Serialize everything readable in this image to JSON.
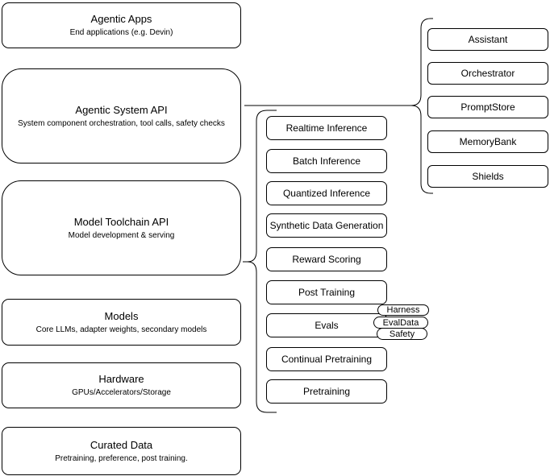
{
  "diagram": {
    "left_stack": [
      {
        "title": "Agentic Apps",
        "subtitle": "End applications (e.g. Devin)"
      },
      {
        "title": "Agentic System API",
        "subtitle": "System component orchestration, tool calls, safety checks"
      },
      {
        "title": "Model Toolchain API",
        "subtitle": "Model development & serving"
      },
      {
        "title": "Models",
        "subtitle": "Core LLMs, adapter weights, secondary models"
      },
      {
        "title": "Hardware",
        "subtitle": "GPUs/Accelerators/Storage"
      },
      {
        "title": "Curated Data",
        "subtitle": "Pretraining, preference, post training."
      }
    ],
    "toolchain_items": [
      "Realtime Inference",
      "Batch Inference",
      "Quantized Inference",
      "Synthetic Data Generation",
      "Reward Scoring",
      "Post Training",
      "Evals",
      "Continual Pretraining",
      "Pretraining"
    ],
    "eval_tags": [
      "Harness",
      "EvalData",
      "Safety"
    ],
    "system_items": [
      "Assistant",
      "Orchestrator",
      "PromptStore",
      "MemoryBank",
      "Shields"
    ],
    "colors": {
      "stroke": "#000000",
      "background": "#ffffff",
      "text": "#000000"
    }
  }
}
